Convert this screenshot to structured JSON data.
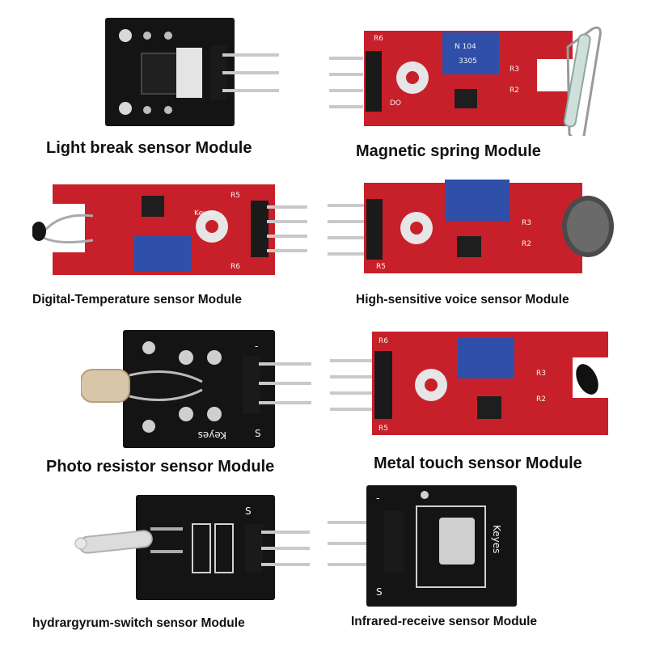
{
  "modules": [
    {
      "id": "light-break",
      "caption": "Light break sensor Module"
    },
    {
      "id": "magnetic-spring",
      "caption": "Magnetic spring Module"
    },
    {
      "id": "digital-temperature",
      "caption": "Digital-Temperature sensor Module"
    },
    {
      "id": "voice",
      "caption": "High-sensitive voice sensor Module"
    },
    {
      "id": "photo-resistor",
      "caption": "Photo resistor sensor Module"
    },
    {
      "id": "metal-touch",
      "caption": "Metal touch sensor Module"
    },
    {
      "id": "hydrargyrum",
      "caption": "hydrargyrum-switch sensor Module"
    },
    {
      "id": "infrared",
      "caption": "Infrared-receive sensor Module"
    }
  ],
  "colors": {
    "red_pcb": "#c8202a",
    "black_pcb": "#141414",
    "pot_blue": "#2f4fa8",
    "header": "#1a1a1a",
    "pin": "#c9c9c9"
  }
}
